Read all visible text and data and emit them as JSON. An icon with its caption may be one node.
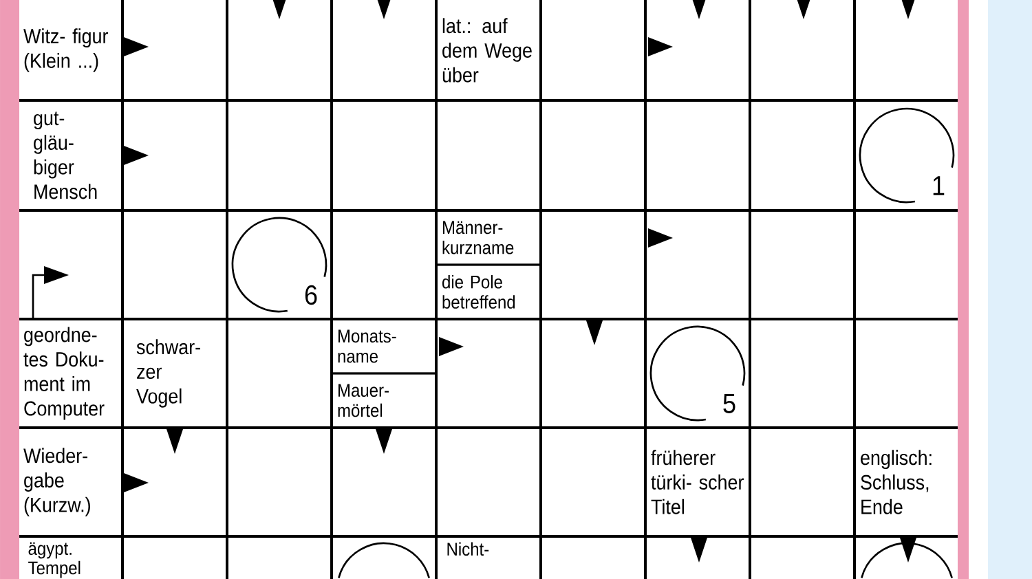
{
  "diagram": {
    "nodes": [
      {
        "text": [
          "Witz- figur (Klein ...)"
        ]
      },
      {
        "text": [
          "lat.: auf dem Wege über"
        ]
      },
      {
        "text": [
          "gut- gläu- biger Mensch"
        ]
      },
      {
        "text": [
          "1"
        ]
      },
      {
        "text": [
          "6"
        ]
      },
      {
        "text": [
          "Männer- kurzname"
        ]
      },
      {
        "text": [
          "die Pole betreffend"
        ]
      },
      {
        "text": [
          "geordne- tes Doku- ment im Computer"
        ]
      },
      {
        "text": [
          "schwar- zer Vogel"
        ]
      },
      {
        "text": [
          "Monats- name"
        ]
      },
      {
        "text": [
          "Mauer- mörtel"
        ]
      },
      {
        "text": [
          "5"
        ]
      },
      {
        "text": [
          "Wieder- gabe (Kurzw.)"
        ]
      },
      {
        "text": [
          "früherer türki- scher Titel"
        ]
      },
      {
        "text": [
          "englisch: Schluss, Ende"
        ]
      },
      {
        "text": [
          "ägypt. Tempel"
        ]
      },
      {
        "text": [],
        "shape": "circle"
      },
      {
        "text": [
          "Nicht-"
        ]
      },
      {
        "text": [],
        "shape": "circle"
      }
    ]
  }
}
